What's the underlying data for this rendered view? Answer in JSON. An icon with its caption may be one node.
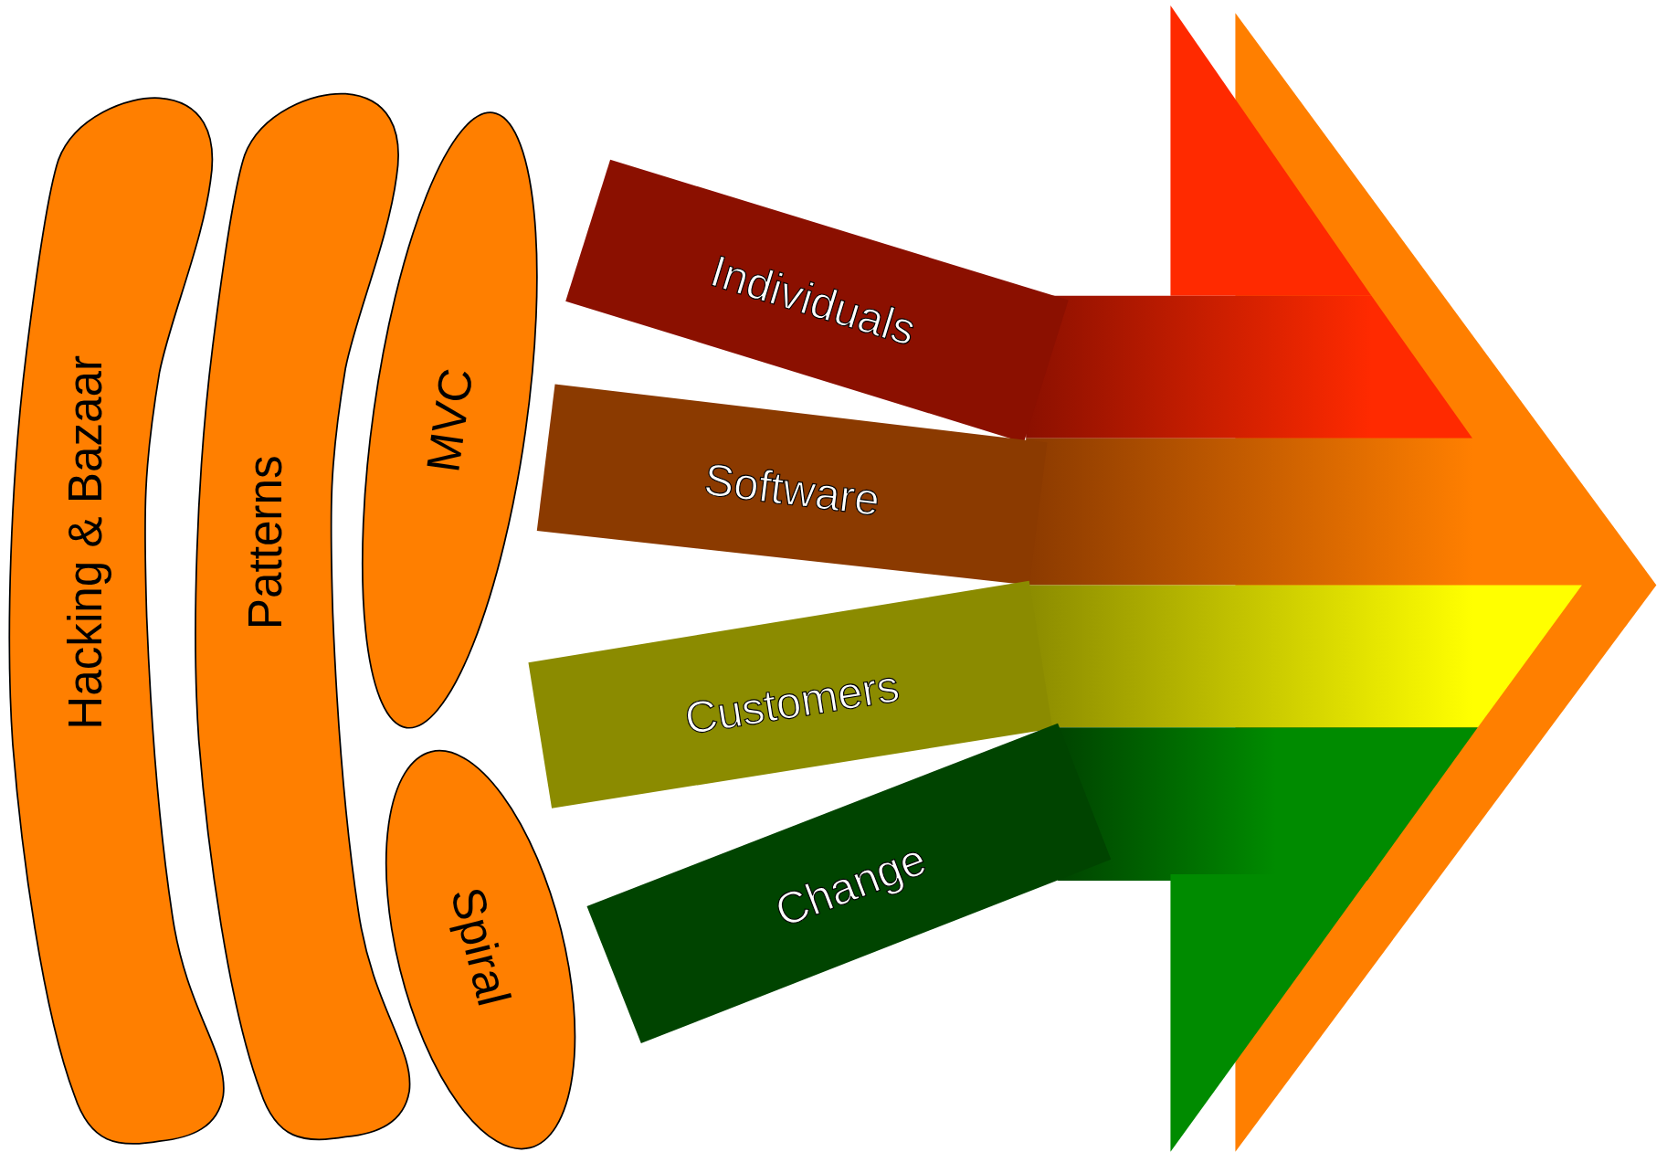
{
  "diagram": {
    "nodes": [
      {
        "text": [
          "Hacking & Bazaar"
        ]
      },
      {
        "text": [
          "Patterns"
        ]
      },
      {
        "text": [
          "MVC"
        ]
      },
      {
        "text": [
          "Spiral"
        ]
      },
      {
        "text": [
          "Individuals"
        ]
      },
      {
        "text": [
          "Software"
        ]
      },
      {
        "text": [
          "Customers"
        ]
      },
      {
        "text": [
          "Change"
        ]
      }
    ]
  }
}
